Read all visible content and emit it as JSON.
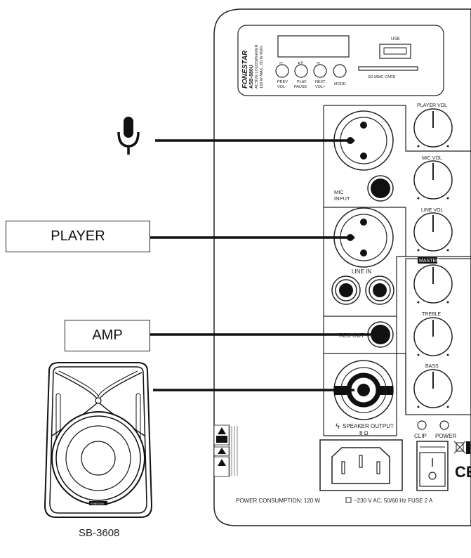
{
  "external": {
    "player_label": "PLAYER",
    "amp_label": "AMP",
    "speaker_caption": "SB-3608",
    "speaker_brand": "FONESTAR"
  },
  "panel": {
    "brand": "FONESTAR",
    "model": "ASB-880U",
    "desc1": "ACTIVE LOUDSPEAKER",
    "desc2": "160 W MAX., 80 W RMS",
    "usb_label": "USB",
    "sd_label": "SD MMC CARD",
    "buttons": [
      {
        "icon": "⏮",
        "line1": "PREV",
        "line2": "VOL-"
      },
      {
        "icon": "►II",
        "line1": "PLAY",
        "line2": "PAUSE"
      },
      {
        "icon": "⏭",
        "line1": "NEXT",
        "line2": "VOL+"
      },
      {
        "icon": "",
        "line1": "MODE",
        "line2": ""
      }
    ],
    "mic_input_1": "MIC",
    "mic_input_2": "INPUT",
    "line_in": "LINE IN",
    "rec_out": "REC OUT",
    "speaker_output": "SPEAKER OUTPUT",
    "speaker_ohm": "8 Ω",
    "knobs": {
      "player_vol": "PLAYER VOL",
      "mic_vol": "MIC VOL",
      "line_vol": "LINE VOL",
      "master": "MASTER",
      "treble": "TREBLE",
      "bass": "BASS"
    },
    "clip": "CLIP",
    "power": "POWER",
    "power_consumption": "POWER CONSUMPTION: 120 W",
    "fuse": "~230 V AC. 50/60 Hz FUSE 2 A",
    "ce": "CE"
  }
}
